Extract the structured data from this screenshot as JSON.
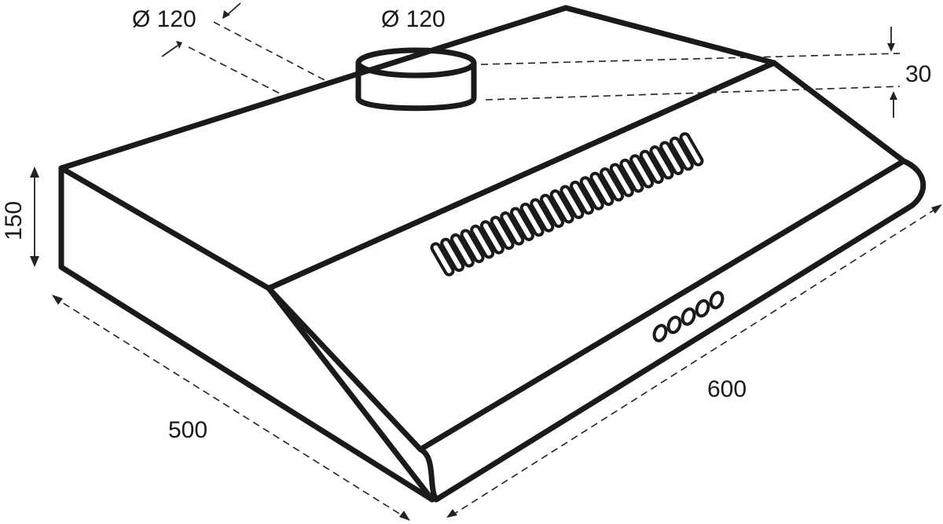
{
  "dimensions": {
    "duct_diameter_left": "Ø 120",
    "duct_diameter_top": "Ø 120",
    "collar_height": "30",
    "body_height": "150",
    "depth": "500",
    "width": "600"
  },
  "parts": {
    "vent_slot_count": 26,
    "control_button_count": 5
  }
}
